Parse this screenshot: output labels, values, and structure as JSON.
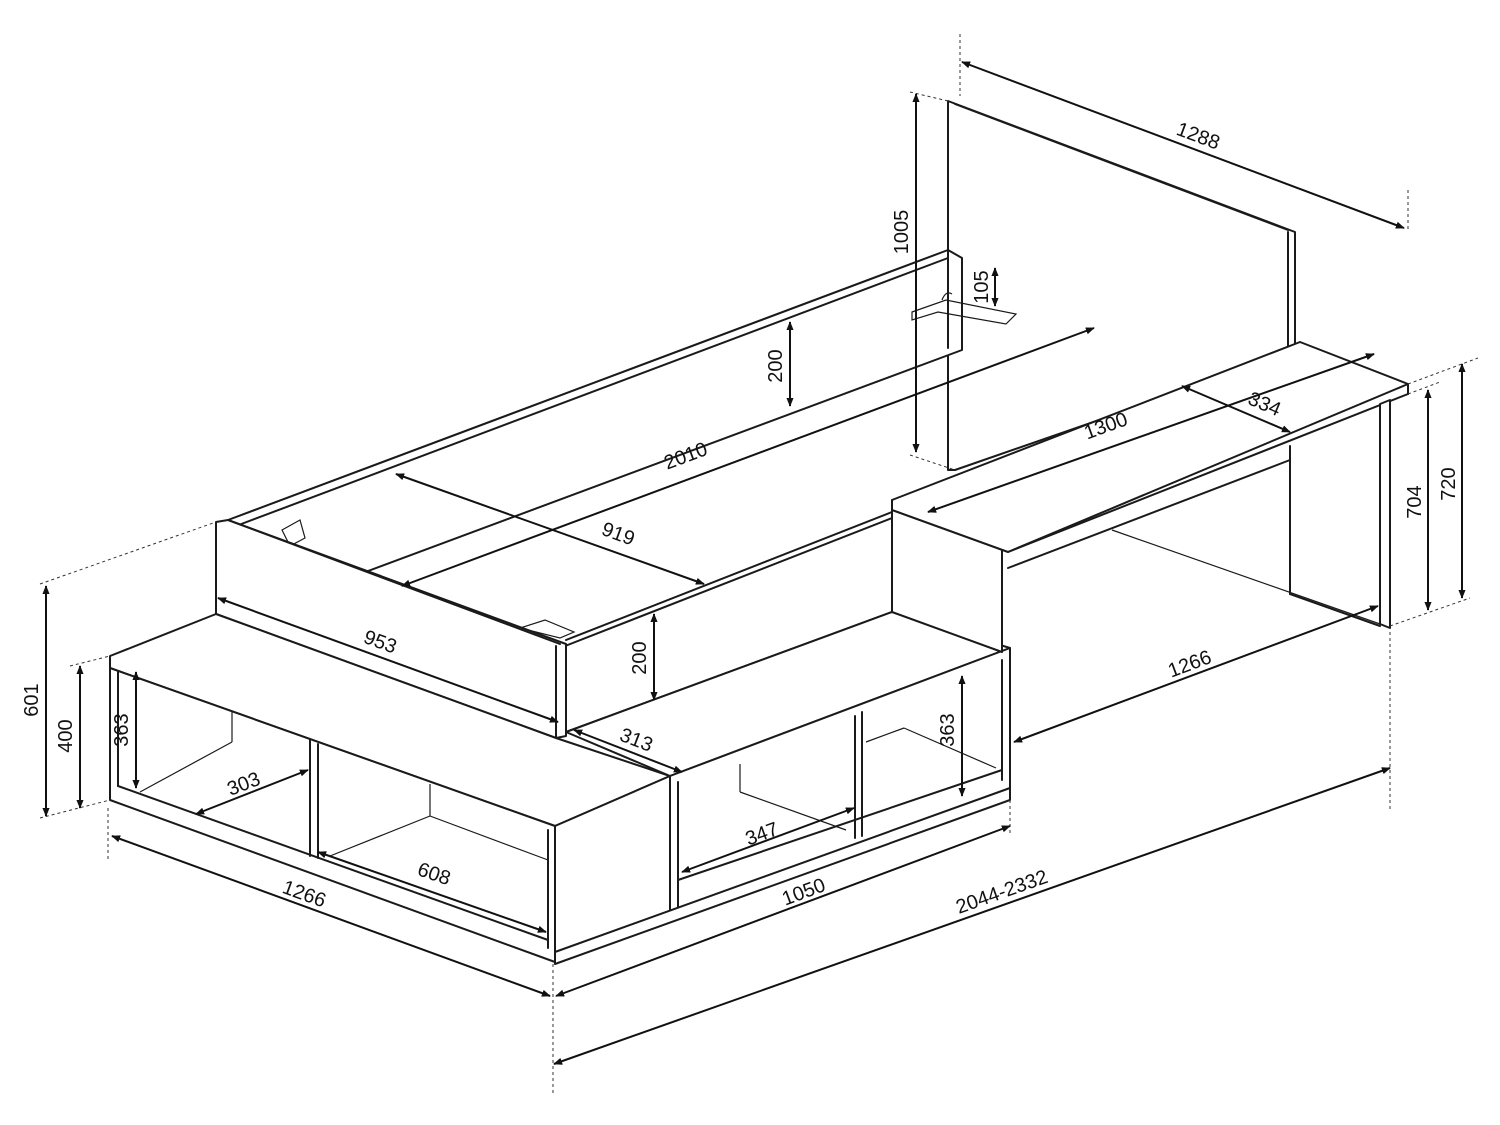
{
  "dimensions": {
    "headboard_width": "1288",
    "headboard_height": "1005",
    "hook_height": "105",
    "rail_height_back": "200",
    "rail_height_front": "200",
    "bed_length": "2010",
    "bed_width_inner": "919",
    "footboard_width": "953",
    "desk_length": "1300",
    "desk_depth": "334",
    "desk_height_inner": "704",
    "desk_height_total": "720",
    "side_unit_length": "1266",
    "overall_height": "601",
    "base_height": "400",
    "shelf_height_left": "363",
    "shelf_depth_left": "303",
    "compartment_width": "608",
    "step_depth": "313",
    "shelf_height_right": "363",
    "compartment_width_right": "347",
    "base_front_width": "1266",
    "base_side_length": "1050",
    "overall_length": "2044-2332"
  }
}
